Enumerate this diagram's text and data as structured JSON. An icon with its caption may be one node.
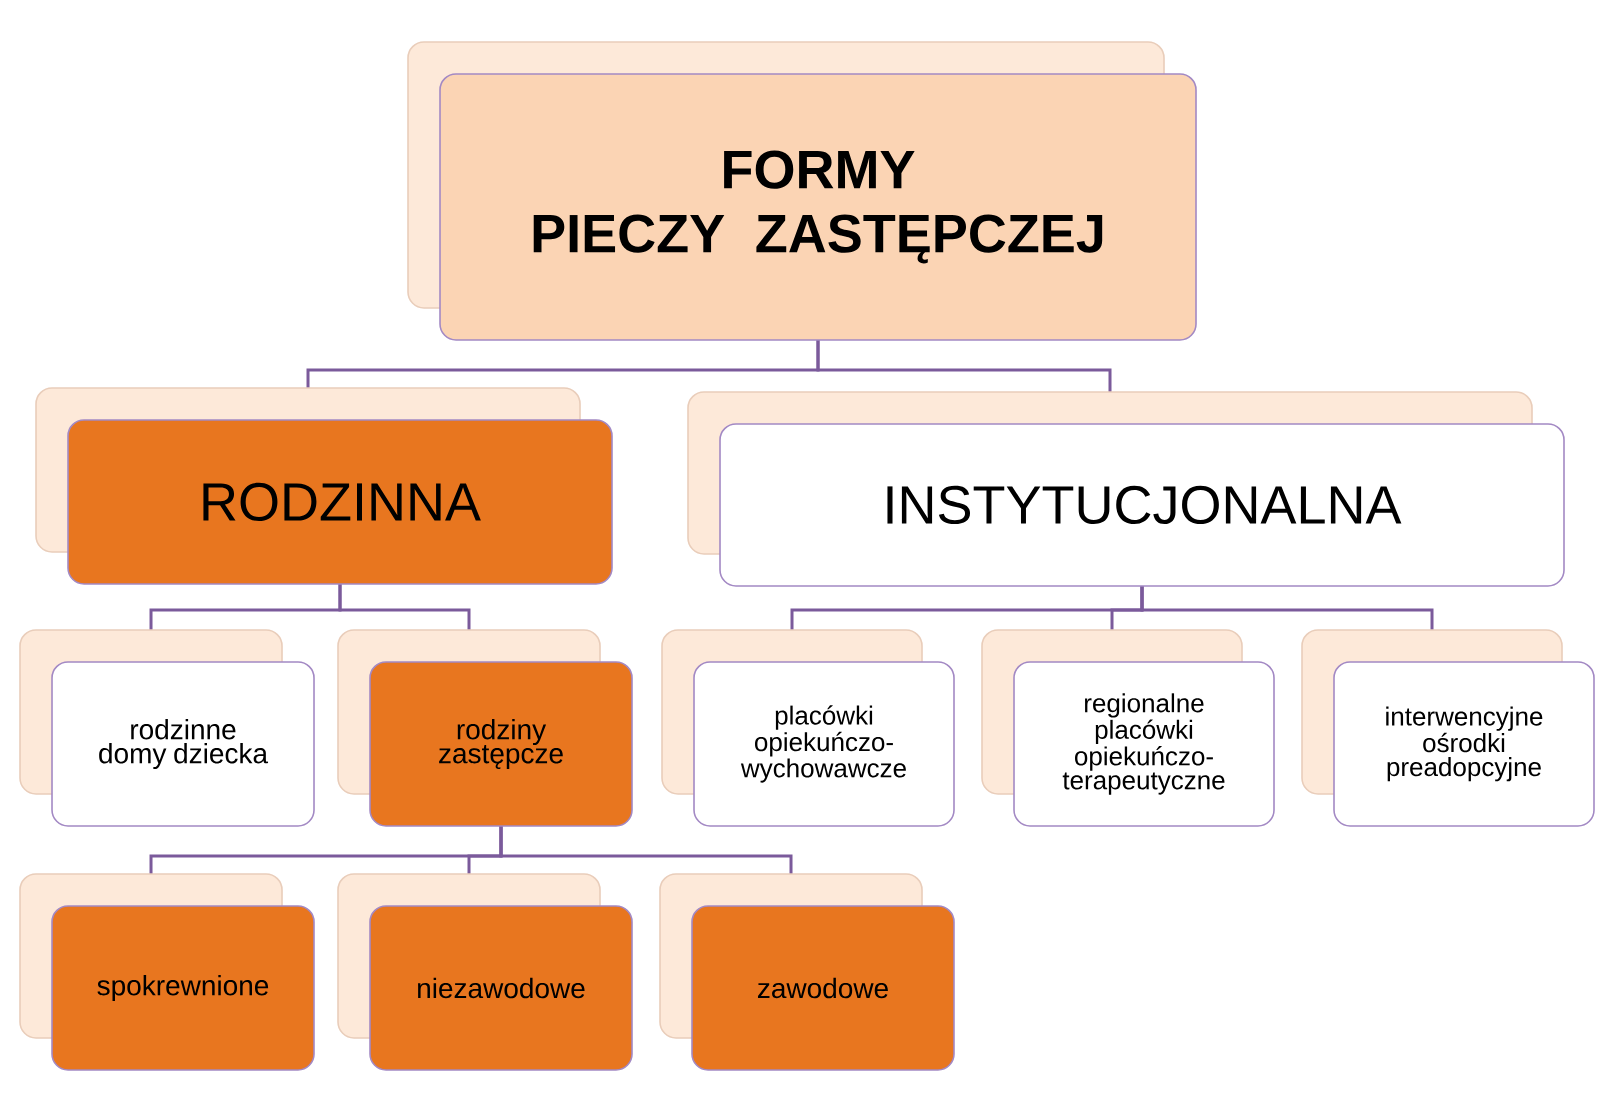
{
  "diagram": {
    "nodes": [
      {
        "text": [
          "FORMY PIECZY ZASTĘPCZEJ"
        ]
      },
      {
        "text": [
          "RODZINNA"
        ]
      },
      {
        "text": [
          "INSTYTUCJONALNA"
        ]
      },
      {
        "text": [
          "rodzinne domy dziecka"
        ]
      },
      {
        "text": [
          "rodziny zastępcze"
        ]
      },
      {
        "text": [
          "placówki opiekuńczo-wychowawcze"
        ]
      },
      {
        "text": [
          "regionalne placówki opiekuńczo-terapeutyczne"
        ]
      },
      {
        "text": [
          "interwencyjne ośrodki preadopcyjne"
        ]
      },
      {
        "text": [
          "spokrewnione"
        ]
      },
      {
        "text": [
          "niezawodowe"
        ]
      },
      {
        "text": [
          "zawodowe"
        ]
      }
    ],
    "edges": [
      {
        "from": 0,
        "to": 1,
        "arrow": "none"
      },
      {
        "from": 0,
        "to": 2,
        "arrow": "none"
      },
      {
        "from": 1,
        "to": 3,
        "arrow": "none"
      },
      {
        "from": 1,
        "to": 4,
        "arrow": "none"
      },
      {
        "from": 2,
        "to": 5,
        "arrow": "none"
      },
      {
        "from": 2,
        "to": 6,
        "arrow": "none"
      },
      {
        "from": 2,
        "to": 7,
        "arrow": "none"
      },
      {
        "from": 4,
        "to": 8,
        "arrow": "none"
      },
      {
        "from": 4,
        "to": 9,
        "arrow": "none"
      },
      {
        "from": 4,
        "to": 10,
        "arrow": "none"
      }
    ]
  }
}
